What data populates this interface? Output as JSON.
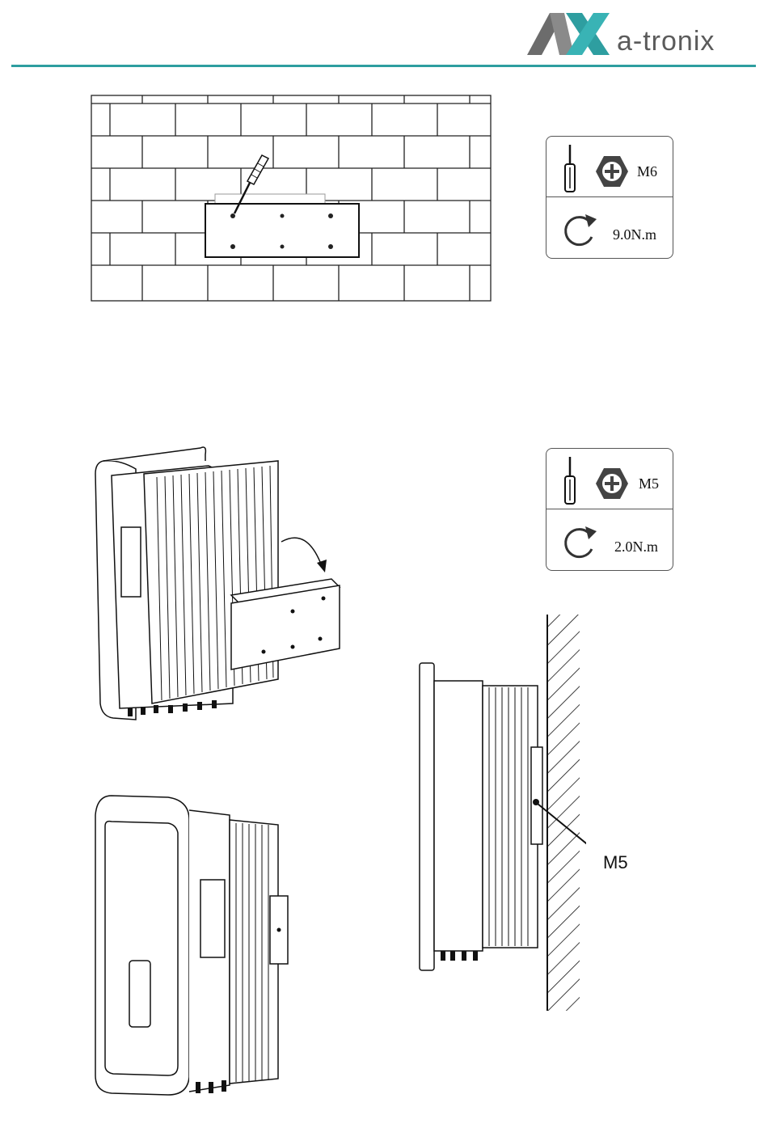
{
  "header": {
    "brand_name": "a-tronix",
    "logo_icon": "ax-logo-icon",
    "accent_color": "#2e9ea0"
  },
  "step1": {
    "screw_size": "M6",
    "torque": "9.0N.m"
  },
  "step2": {
    "screw_size": "M5",
    "torque": "2.0N.m"
  },
  "side_view": {
    "callout": "M5"
  }
}
